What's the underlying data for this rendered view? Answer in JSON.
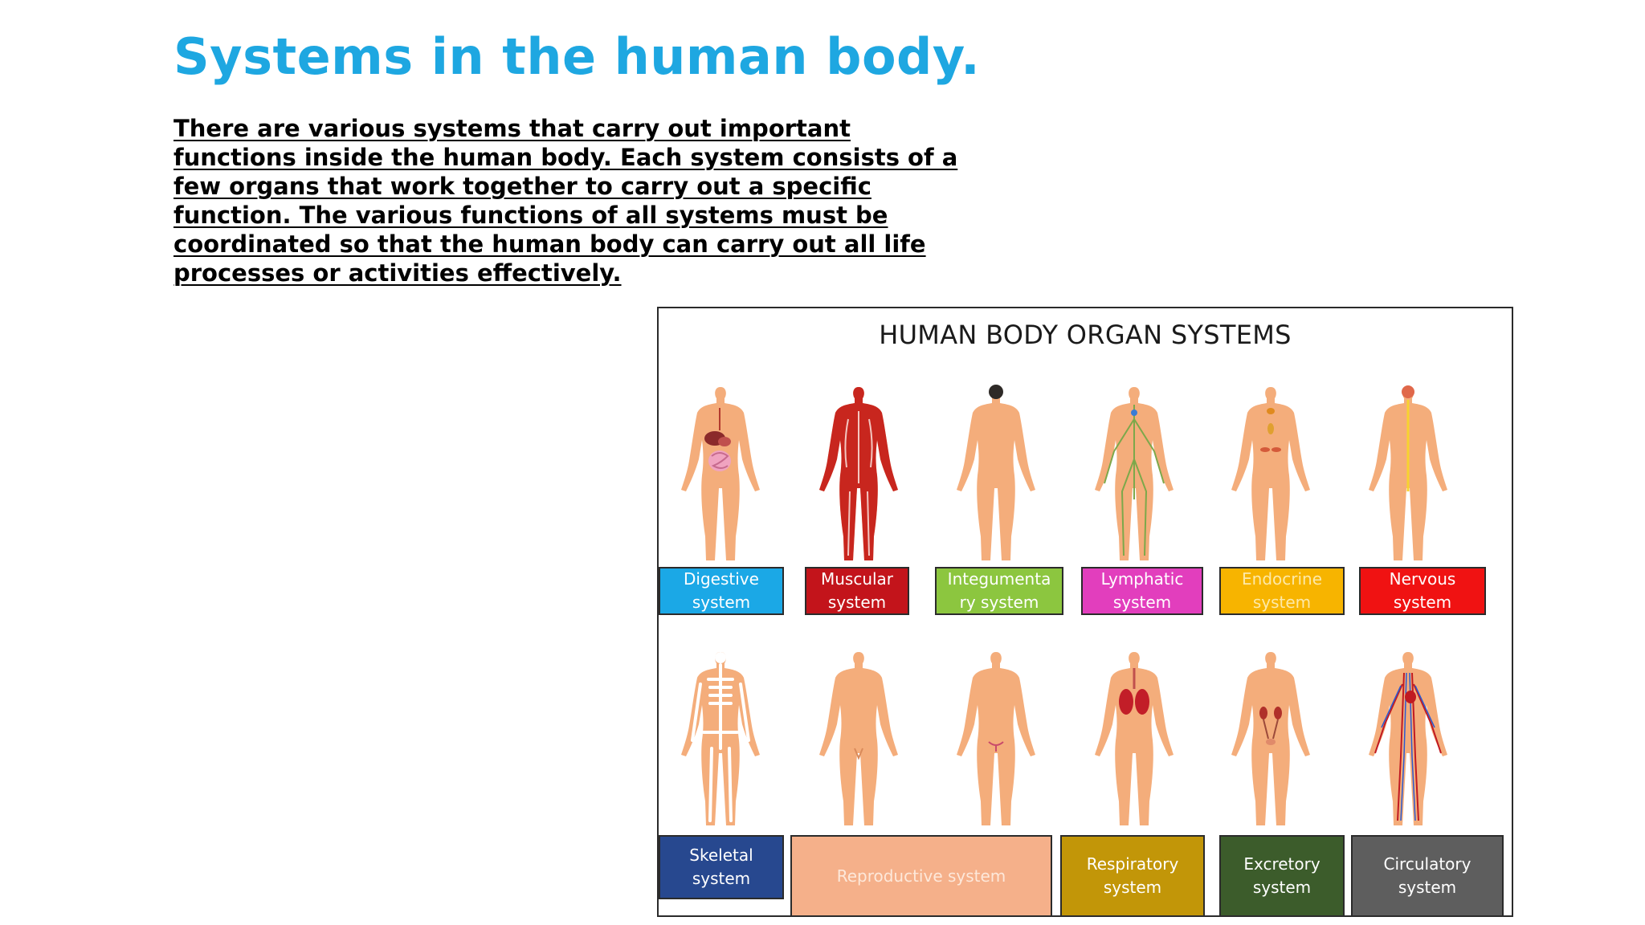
{
  "heading": "Systems in the human body.",
  "intro_lines": [
    "There are various systems that carry out important",
    "functions inside the human body. Each system consists of a",
    "few organs that work together to carry out a specific",
    "function. The various functions of all systems must be",
    "coordinated so that the human body can carry out all life",
    "processes or activities effectively."
  ],
  "figure": {
    "title": "HUMAN BODY ORGAN SYSTEMS",
    "skin_color": "#f4ad7b",
    "top_row": [
      {
        "label": "Digestive\nsystem",
        "box_color": "#1ba8e6",
        "text_color": "#ffffff",
        "figure_icon": "digestive-body-icon"
      },
      {
        "label": "Muscular\nsystem",
        "box_color": "#c3141b",
        "text_color": "#ffffff",
        "figure_icon": "muscular-body-icon"
      },
      {
        "label": "Integumenta\nry system",
        "box_color": "#8cc63f",
        "text_color": "#ffffff",
        "figure_icon": "integumentary-body-icon"
      },
      {
        "label": "Lymphatic\nsystem",
        "box_color": "#e23ebd",
        "text_color": "#ffffff",
        "figure_icon": "lymphatic-body-icon"
      },
      {
        "label": "Endocrine\nsystem",
        "box_color": "#f7b400",
        "text_color": "#fde9a8",
        "figure_icon": "endocrine-body-icon"
      },
      {
        "label": "Nervous\nsystem",
        "box_color": "#f01212",
        "text_color": "#ffffff",
        "figure_icon": "nervous-body-icon"
      }
    ],
    "bottom_row": [
      {
        "label": "Skeletal\nsystem",
        "box_color": "#27488f",
        "text_color": "#ffffff",
        "figure_icon": "skeletal-body-icon"
      },
      {
        "label": "Reproductive system",
        "box_color": "#f5b08a",
        "text_color": "#fde8da",
        "figure_icon": "reproductive-body-icons"
      },
      {
        "label": "Respiratory\nsystem",
        "box_color": "#c29608",
        "text_color": "#ffffff",
        "figure_icon": "respiratory-body-icon"
      },
      {
        "label": "Excretory\nsystem",
        "box_color": "#3c5c2b",
        "text_color": "#ffffff",
        "figure_icon": "excretory-body-icon"
      },
      {
        "label": "Circulatory\nsystem",
        "box_color": "#5e5e5e",
        "text_color": "#ffffff",
        "figure_icon": "circulatory-body-icon"
      }
    ]
  }
}
